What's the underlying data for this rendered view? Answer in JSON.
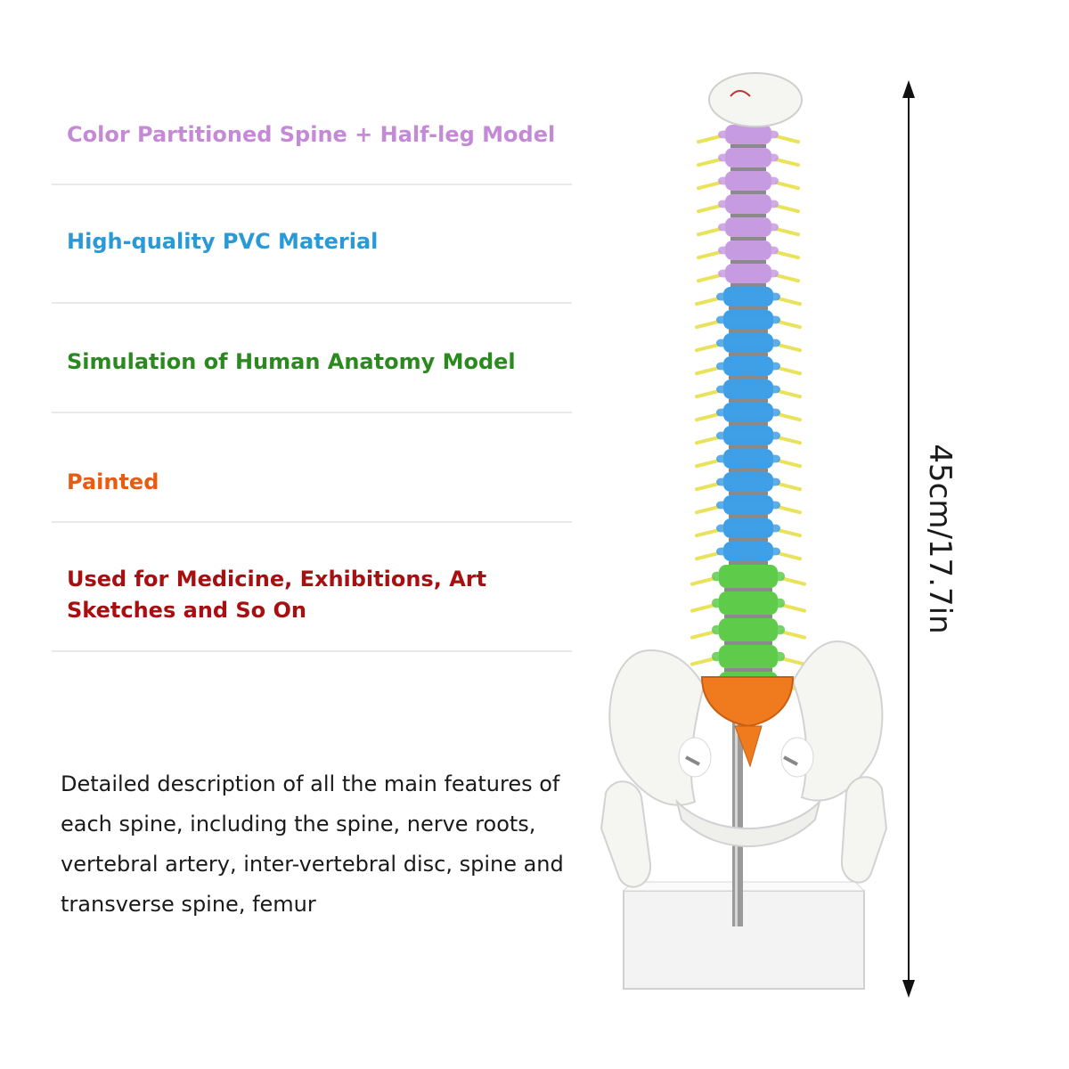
{
  "features": [
    {
      "text": "Color Partitioned Spine + Half-leg Model",
      "color": "#c58ad6"
    },
    {
      "text": "High-quality PVC Material",
      "color": "#2a9ad6"
    },
    {
      "text": "Simulation of Human Anatomy Model",
      "color": "#2b8a1f"
    },
    {
      "text": "Painted",
      "color": "#e65c13"
    },
    {
      "text": "Used for Medicine, Exhibitions, Art Sketches and So On",
      "color": "#a80f10"
    }
  ],
  "description": "Detailed description of all the main features of each spine, including the spine, nerve roots, vertebral artery, inter-vertebral disc, spine and transverse spine, femur",
  "dimension_label": "45cm/17.7in",
  "colors": {
    "cervical": "#c79be0",
    "thoracic": "#3f9fe6",
    "lumbar": "#5ecb4a",
    "sacrum": "#f07a1e",
    "nerve": "#e9e25a",
    "bone": "#f5f5f2"
  }
}
